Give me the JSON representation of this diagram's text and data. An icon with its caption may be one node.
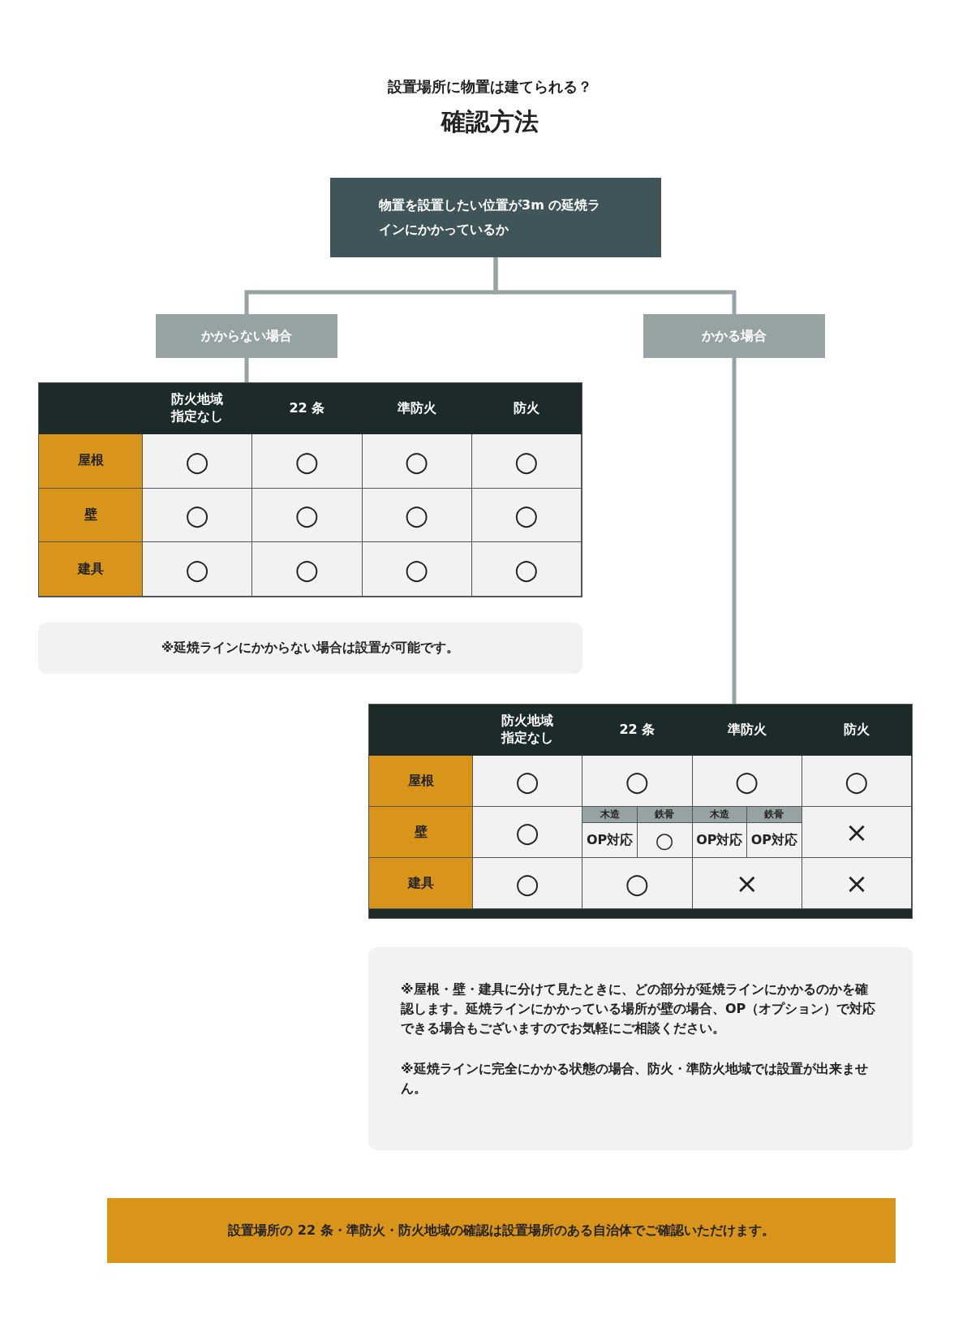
{
  "diagram": {
    "title": "確認方法",
    "nodes": [
      {
        "text": [
          "物置を設置したい位置が3m の延焼ラインにかかっているか"
        ]
      },
      {
        "text": [
          "かからない場合"
        ]
      },
      {
        "text": [
          "かかる場合"
        ]
      },
      {
        "text": [
          "防火地域指定なし",
          "22 条",
          "準防火",
          "防火",
          "屋根",
          "○",
          "○",
          "○",
          "○",
          "壁",
          "○",
          "○",
          "○",
          "○",
          "建具",
          "○",
          "○",
          "○",
          "○"
        ]
      },
      {
        "text": [
          "※延焼ラインにかからない場合は設置が可能です。"
        ]
      },
      {
        "text": [
          "防火地域指定なし",
          "22 条",
          "準防火",
          "防火",
          "屋根",
          "○",
          "○",
          "○",
          "○",
          "壁",
          "○",
          "木造",
          "鉄骨",
          "木造",
          "鉄骨",
          "×",
          "OP対応",
          "○",
          "OP対応",
          "OP対応",
          "建具",
          "○",
          "○",
          "×",
          "×"
        ]
      },
      {
        "text": [
          "※屋根・壁・建具に分けて見たときに、どの部分が延焼ラインにかかるのかを確認します。延焼ラインにかかっている場所が壁の場合、OP（オプション）で対応できる場合もございますのでお気軽にご相談ください。",
          "※延焼ラインに完全にかかる状態の場合、防火・準防火地域では設置が出来ません。"
        ]
      },
      {
        "text": [
          "設置場所の 22 条・準防火・防火地域の確認は設置場所のある自治体でご確認いただけます。"
        ]
      }
    ],
    "edges": [
      {
        "from": 0,
        "to": 1,
        "arrow": "none"
      },
      {
        "from": 0,
        "to": 2,
        "arrow": "none"
      },
      {
        "from": 1,
        "to": 3,
        "arrow": "none"
      },
      {
        "from": 2,
        "to": 5,
        "arrow": "none"
      }
    ],
    "labels": [
      "設置場所に物置は建てられる？"
    ]
  }
}
